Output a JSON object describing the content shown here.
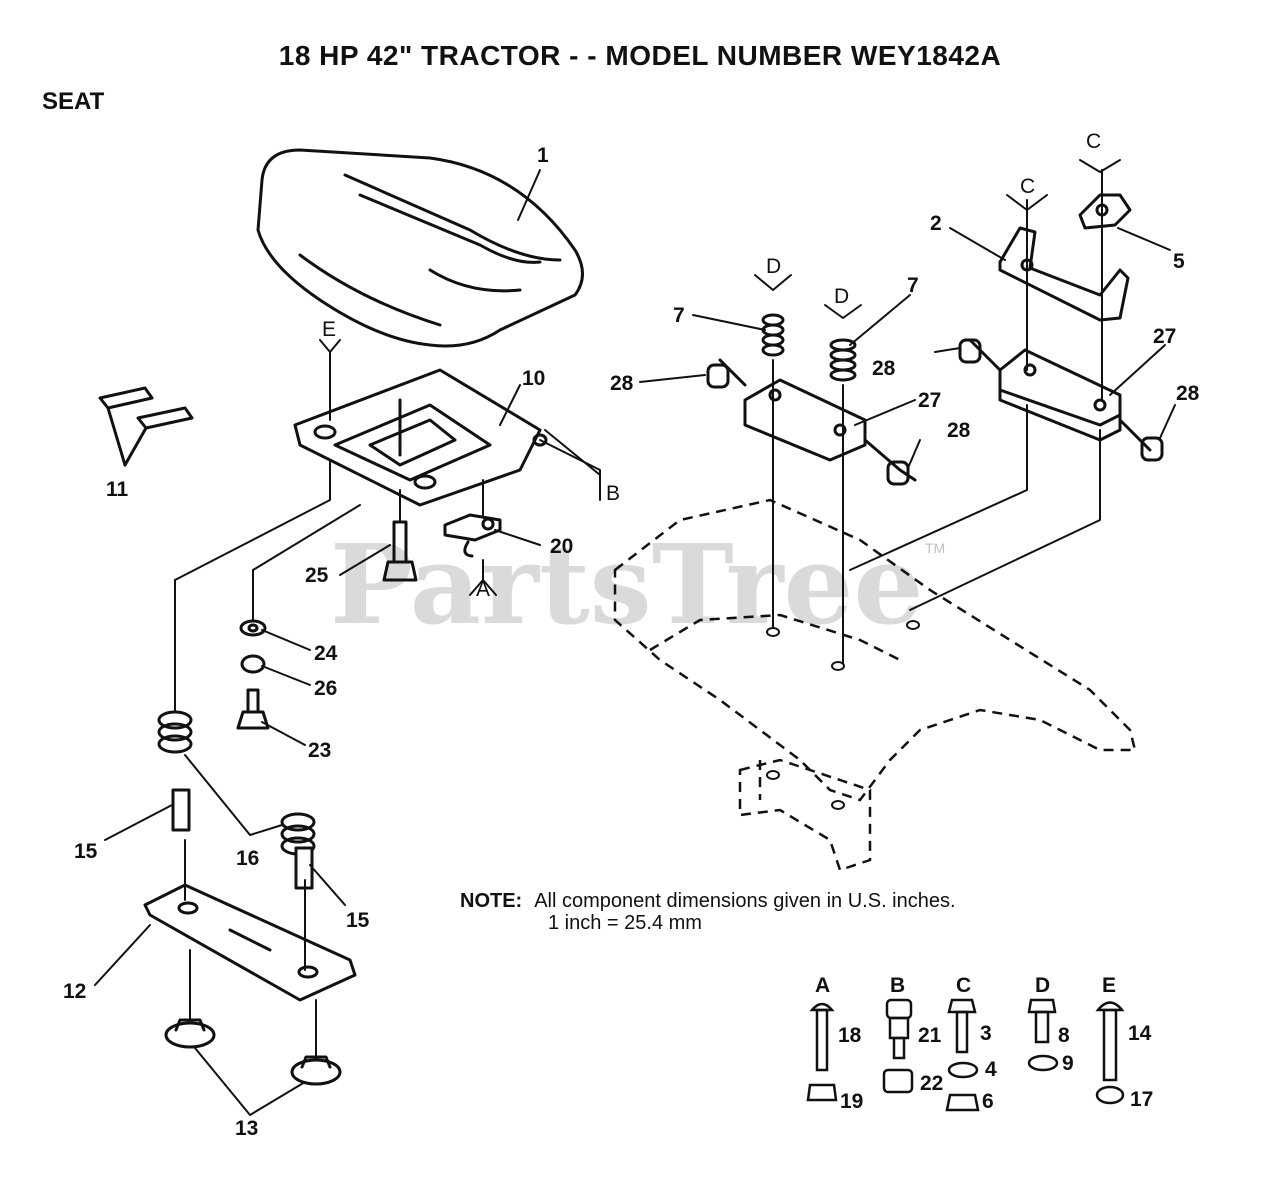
{
  "title": "18 HP 42\" TRACTOR - - MODEL NUMBER WEY1842A",
  "section": "SEAT",
  "watermark": "PartsTree",
  "trademark": "TM",
  "note": {
    "label": "NOTE:",
    "line1": "All component  dimensions given in U.S. inches.",
    "line2": "1 inch = 25.4 mm"
  },
  "callouts": {
    "p1": "1",
    "p2": "2",
    "p5": "5",
    "p7a": "7",
    "p7b": "7",
    "p10": "10",
    "p11": "11",
    "p12": "12",
    "p13": "13",
    "p15a": "15",
    "p15b": "15",
    "p16": "16",
    "p20": "20",
    "p23": "23",
    "p24": "24",
    "p25": "25",
    "p26": "26",
    "p27a": "27",
    "p27b": "27",
    "p28a": "28",
    "p28b": "28",
    "p28c": "28",
    "p28d": "28"
  },
  "refs": {
    "E": "E",
    "B": "B",
    "A": "A",
    "C1": "C",
    "C2": "C",
    "D1": "D",
    "D2": "D"
  },
  "hardware": {
    "A": {
      "letter": "A",
      "parts": [
        "18",
        "19"
      ]
    },
    "B": {
      "letter": "B",
      "parts": [
        "21",
        "22"
      ]
    },
    "C": {
      "letter": "C",
      "parts": [
        "3",
        "4",
        "6"
      ]
    },
    "D": {
      "letter": "D",
      "parts": [
        "8",
        "9"
      ]
    },
    "E": {
      "letter": "E",
      "parts": [
        "14",
        "17"
      ]
    }
  }
}
